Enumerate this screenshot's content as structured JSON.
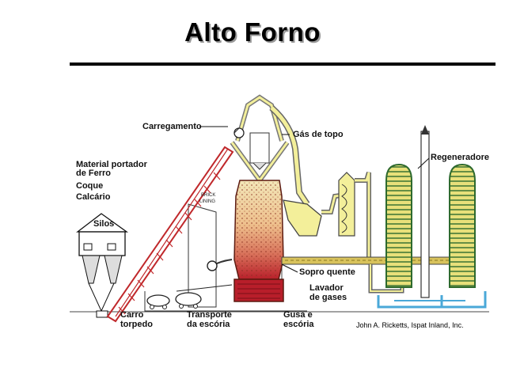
{
  "slide": {
    "title": "Alto Forno"
  },
  "diagram": {
    "labels": {
      "carregamento": "Carregamento",
      "gas_de_topo": "Gás de topo",
      "material_line1": "Material portador",
      "material_line2": "de Ferro",
      "coque": "Coque",
      "calcario": "Calcário",
      "silos": "Silos",
      "brick_line1": "BRICK",
      "brick_line2": "LINING",
      "regeneradores": "Regeneradores",
      "sopro_quente": "Sopro quente",
      "lavador_line1": "Lavador",
      "lavador_line2": "de gases",
      "carro_line1": "Carro",
      "carro_line2": "torpedo",
      "transporte_line1": "Transporte",
      "transporte_line2": "da escória",
      "gusa_line1": "Gusa  e",
      "gusa_line2": "escória"
    },
    "credit": "John A. Ricketts, Ispat Inland, Inc.",
    "colors": {
      "furnace_top": "#f2e6b8",
      "furnace_mid": "#e8a878",
      "furnace_bottom": "#b81e2a",
      "gas_pipe": "#f3ef9a",
      "hot_blast": "#d9c35c",
      "conveyor": "#c0282b",
      "stove_fill": "#e8e07a",
      "water": "#4aa8d8"
    }
  }
}
